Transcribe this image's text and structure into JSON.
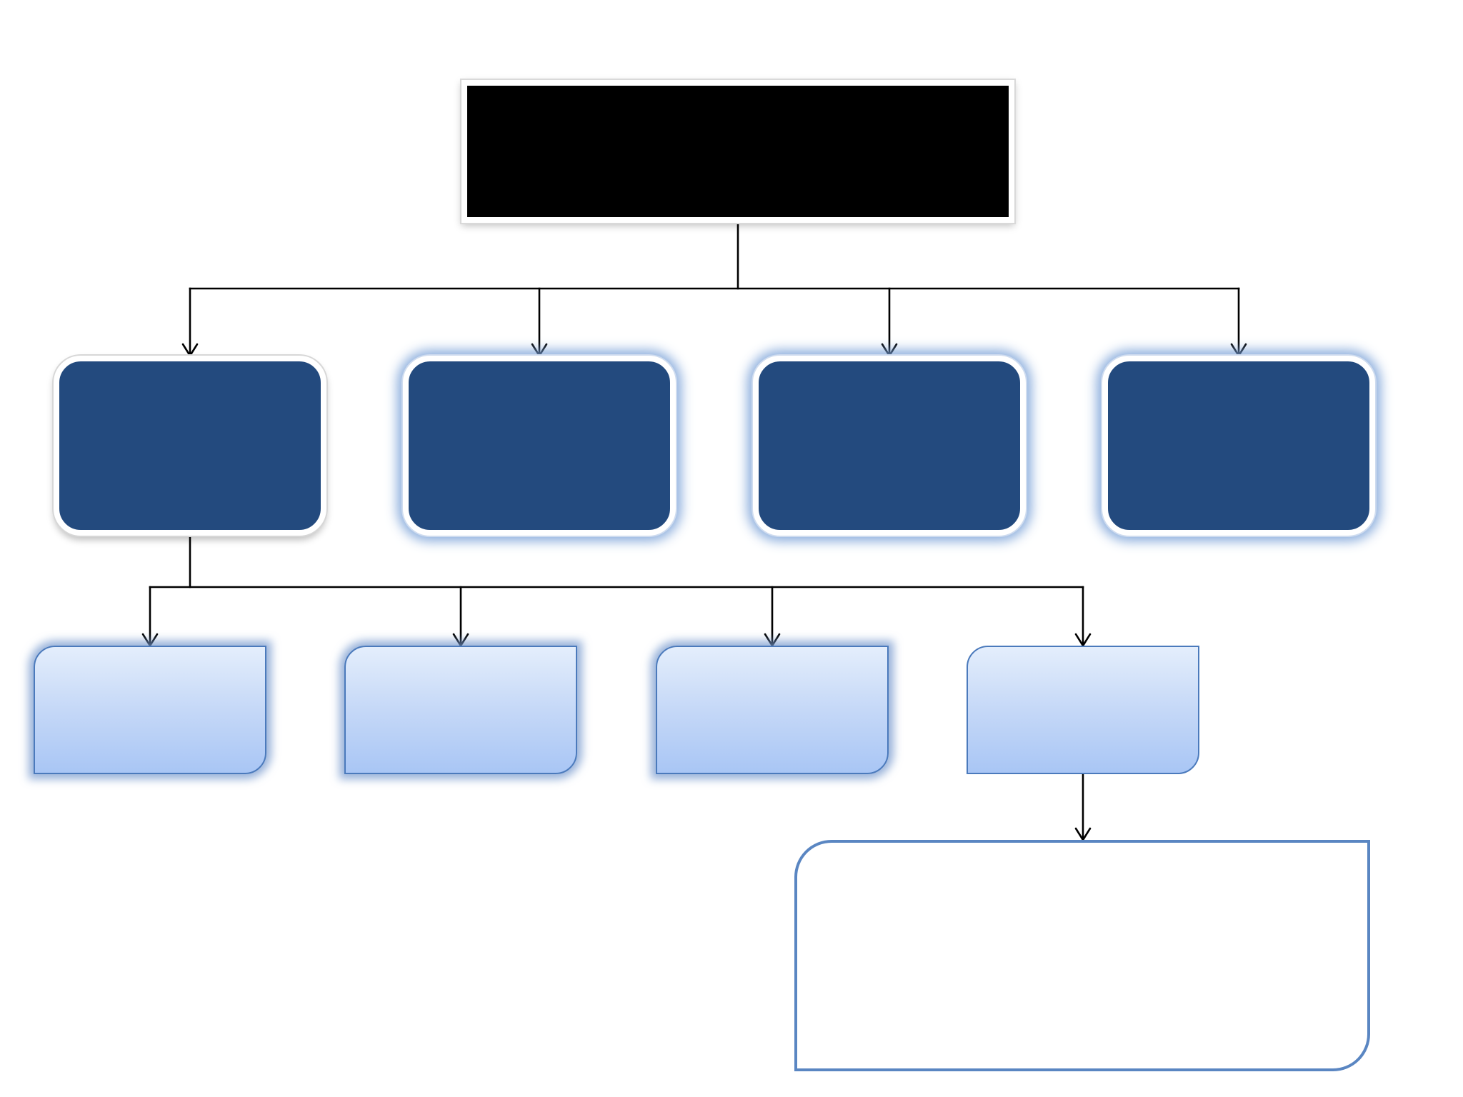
{
  "diagram": {
    "type": "hierarchy",
    "colors": {
      "root_fill": "#000000",
      "level1_fill": "#234a7e",
      "level2_fill_top": "#e4eefc",
      "level2_fill_bottom": "#a9c6f5",
      "level2_border": "#4b7abc",
      "leaf_border": "#5a86c2",
      "connector": "#000000"
    },
    "nodes": [
      {
        "id": "root",
        "label": "",
        "parent": null
      },
      {
        "id": "l1-1",
        "label": "",
        "parent": "root"
      },
      {
        "id": "l1-2",
        "label": "",
        "parent": "root"
      },
      {
        "id": "l1-3",
        "label": "",
        "parent": "root"
      },
      {
        "id": "l1-4",
        "label": "",
        "parent": "root"
      },
      {
        "id": "l2-1",
        "label": "",
        "parent": "l1-1"
      },
      {
        "id": "l2-2",
        "label": "",
        "parent": "l1-1"
      },
      {
        "id": "l2-3",
        "label": "",
        "parent": "l1-1"
      },
      {
        "id": "l2-4",
        "label": "",
        "parent": "l1-1"
      },
      {
        "id": "l3-1",
        "label": "",
        "parent": "l2-4"
      }
    ]
  }
}
